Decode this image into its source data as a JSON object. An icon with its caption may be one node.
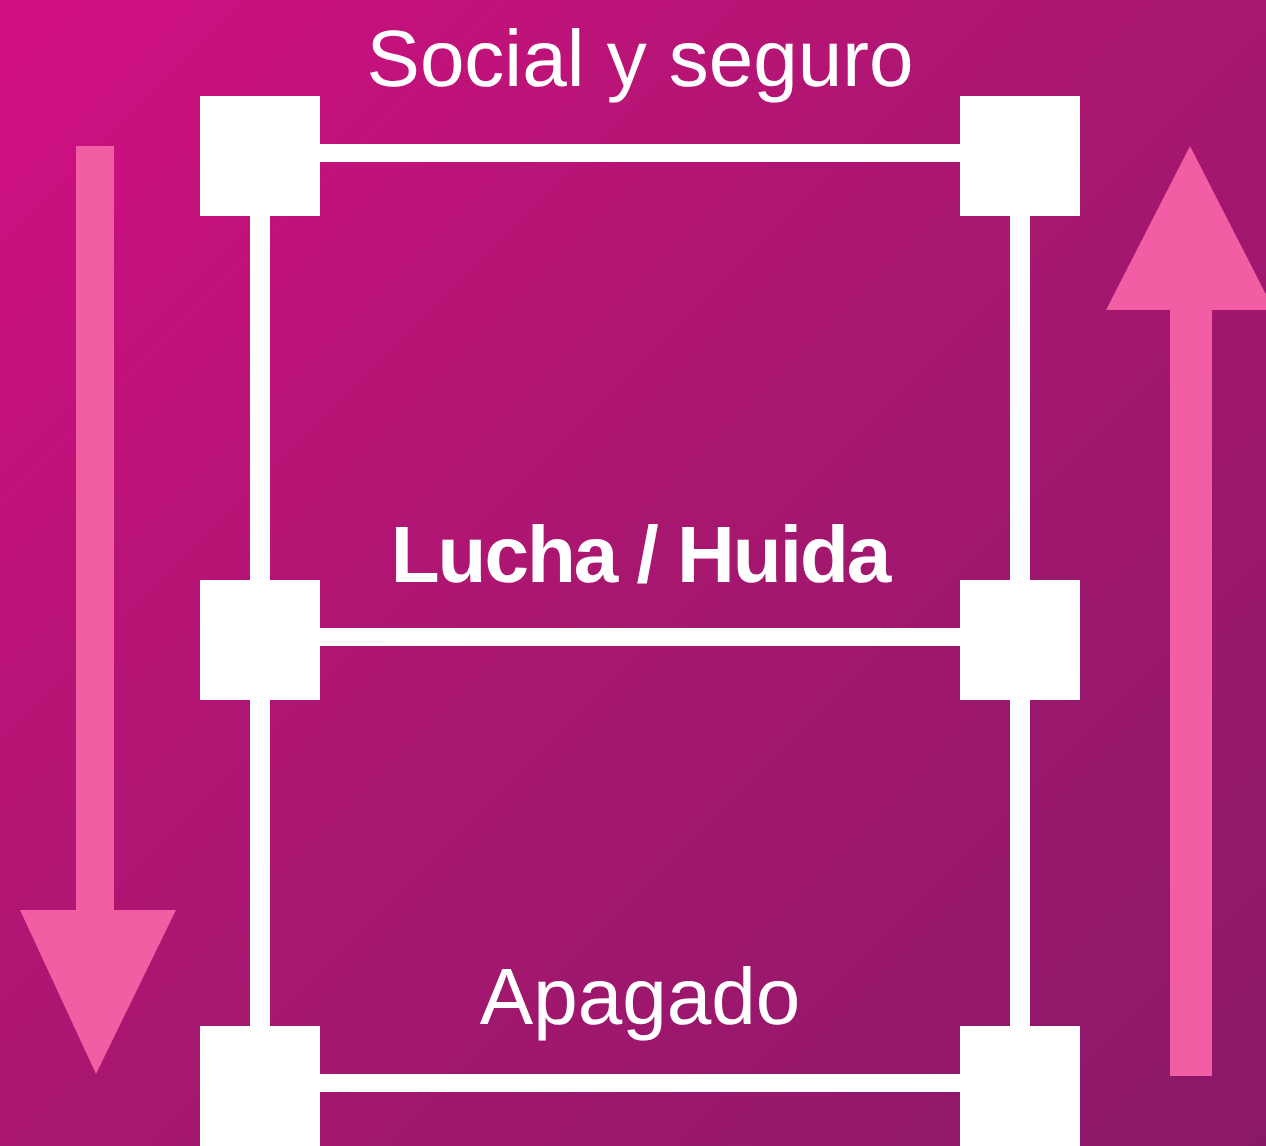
{
  "diagram": {
    "labels": [
      "Social y seguro",
      "Lucha / Huida",
      "Apagado"
    ]
  }
}
